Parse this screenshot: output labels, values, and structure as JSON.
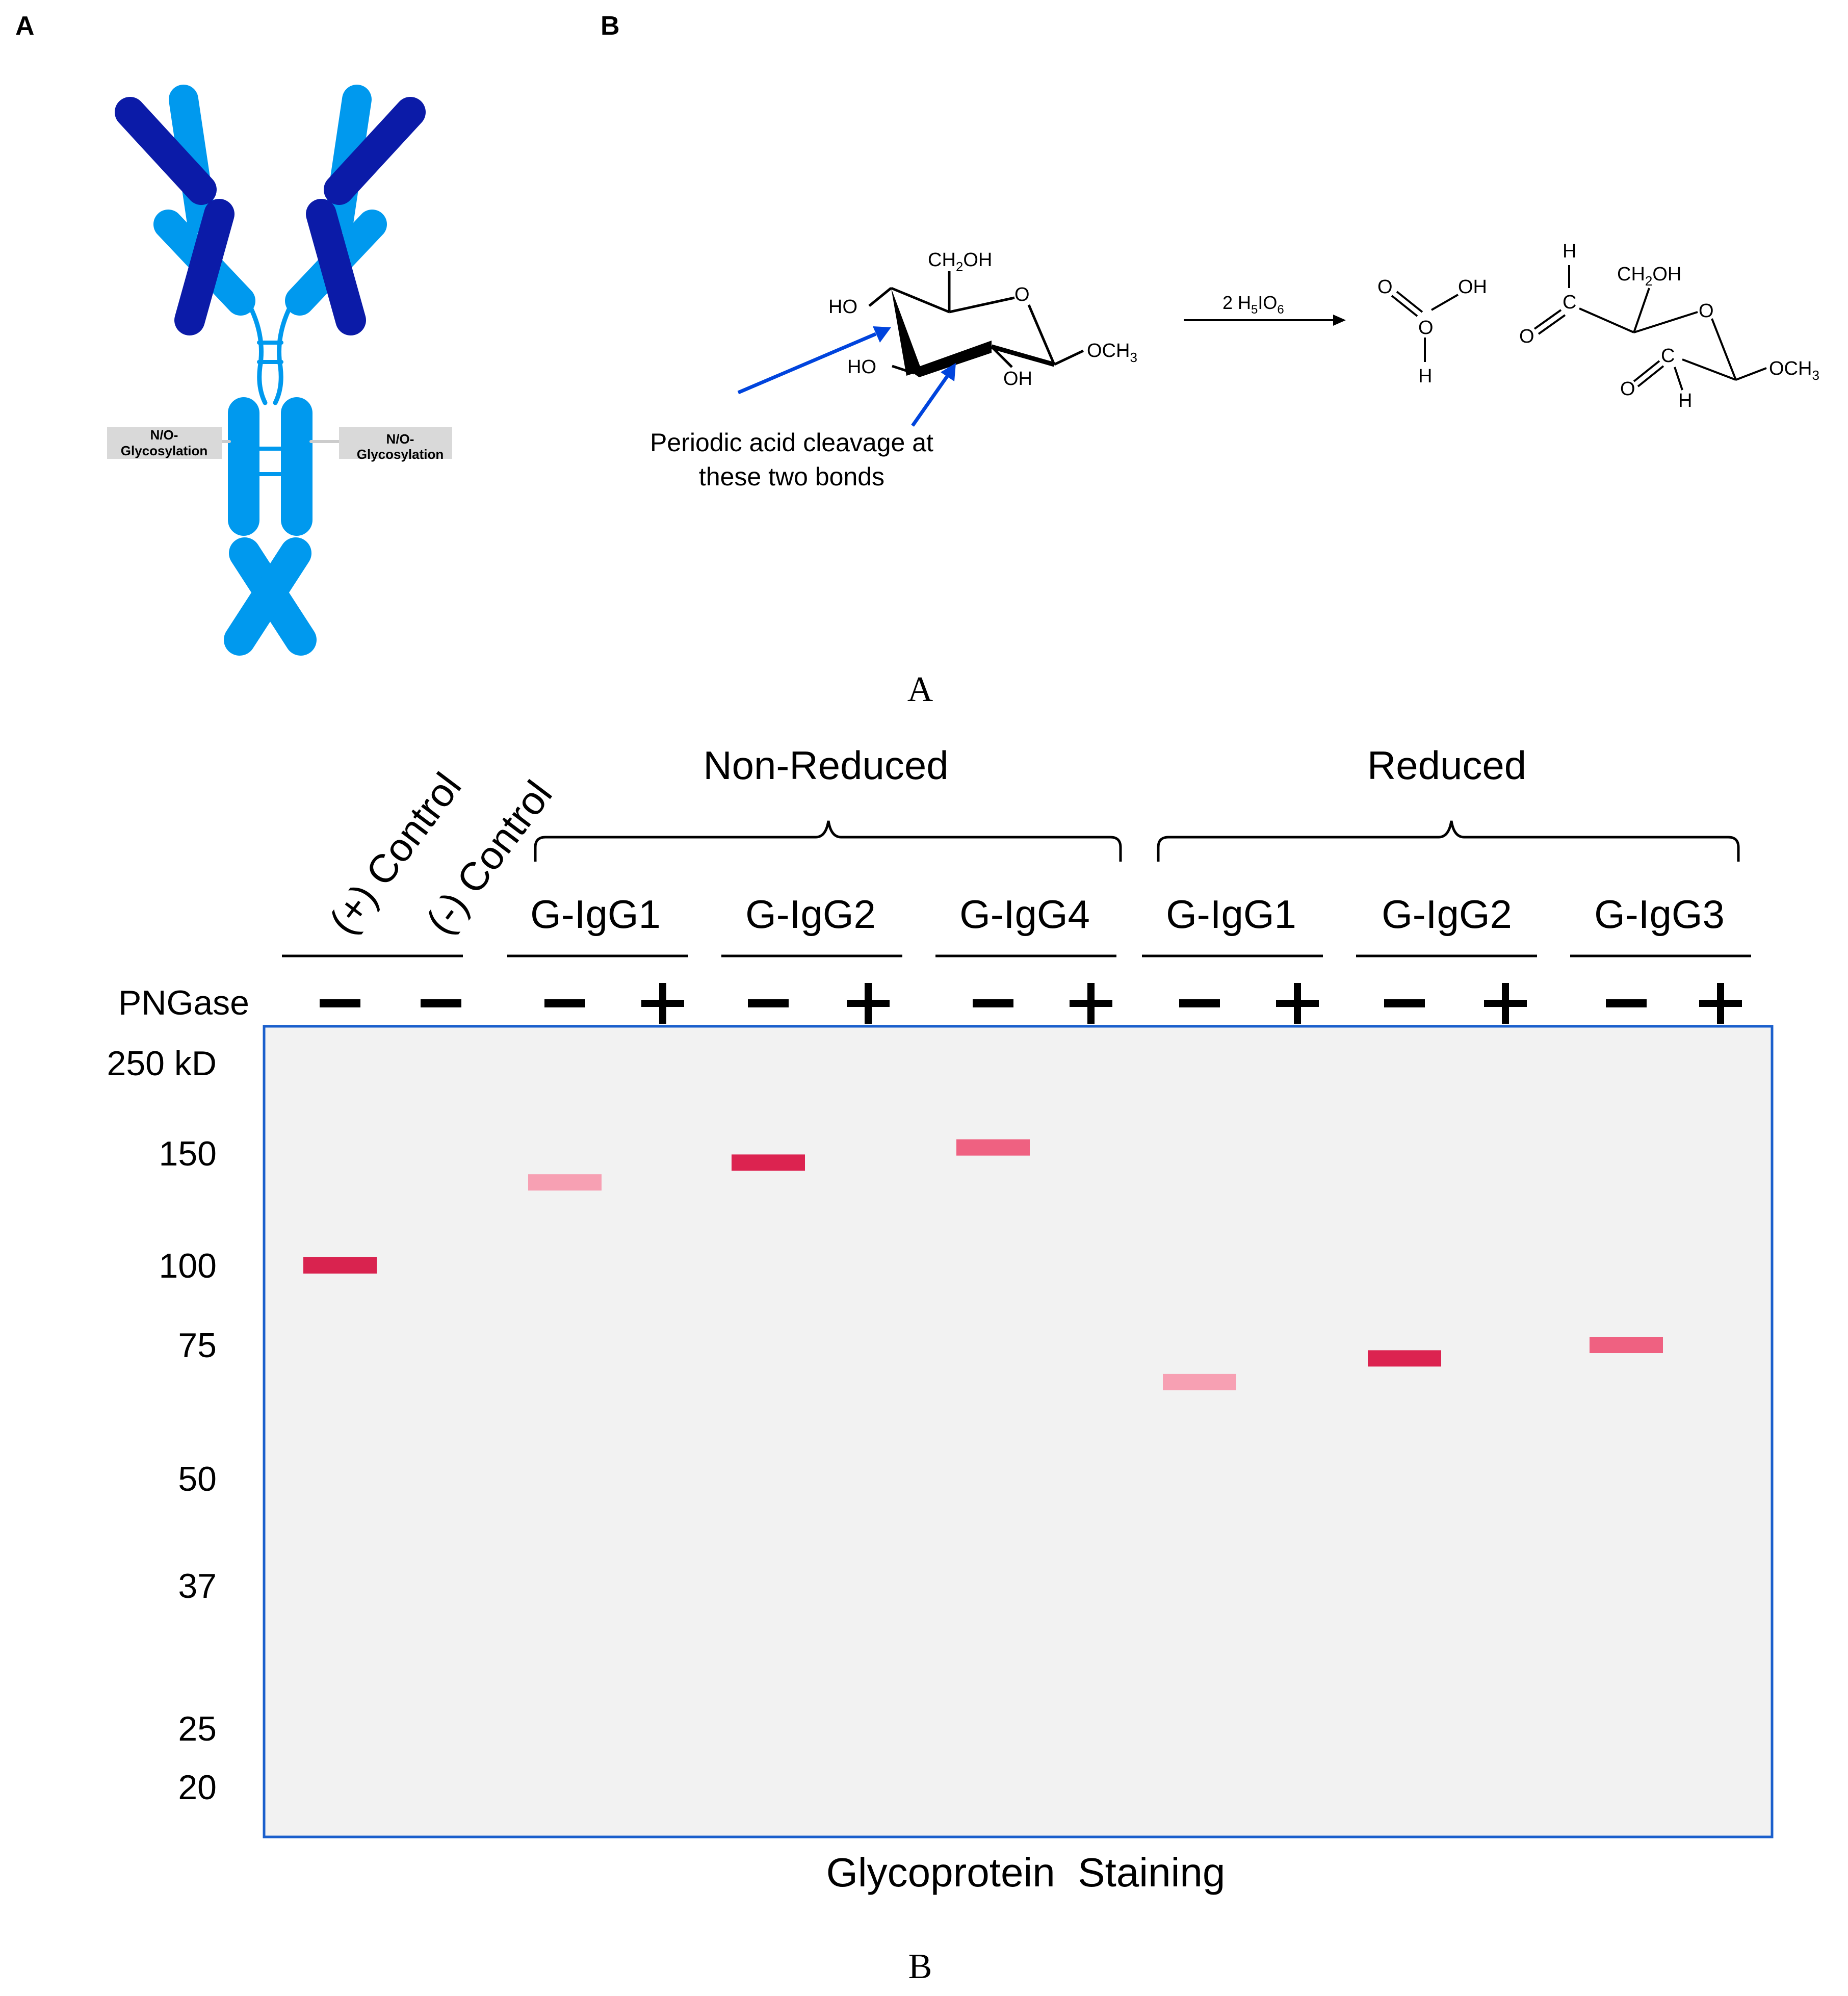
{
  "panel_labels": {
    "a": "A",
    "b": "B"
  },
  "captions": {
    "top": "A",
    "bottom": "B"
  },
  "antibody": {
    "left_glyco_label": [
      "N/O-",
      "Glycosylation"
    ],
    "right_glyco_label": [
      "N/O-",
      "Glycosylation"
    ],
    "colors": {
      "light_chain": "#0099ee",
      "heavy_chain": "#0b1ba8",
      "label_box": "#d9d9d9"
    }
  },
  "reaction": {
    "reactant": {
      "top_group": [
        "CH",
        "2",
        "OH"
      ],
      "ring_o": "O",
      "ho_upper": "HO",
      "ho_lower": "HO",
      "oh_lower": "OH",
      "och3": [
        "OCH",
        "3"
      ]
    },
    "reagent": [
      "2 H",
      "5",
      "IO",
      "6"
    ],
    "product1": {
      "o1": "O",
      "oh": "OH",
      "o2": "O",
      "h": "H"
    },
    "product2": {
      "h_top": "H",
      "c_top": "C",
      "o_left": "O",
      "ch2oh": [
        "CH",
        "2",
        "OH"
      ],
      "ring_o": "O",
      "c_bottom": "C",
      "o_bottom": "O",
      "h_bottom": "H",
      "och3": [
        "OCH",
        "3"
      ]
    },
    "annotation": [
      "Periodic acid cleavage at",
      "these two bonds"
    ],
    "arrow_color": "#0044dd"
  },
  "gel": {
    "title": "Glycoprotein  Staining",
    "group_headers": [
      "Non-Reduced",
      "Reduced"
    ],
    "control_labels": [
      "(+) Control",
      "(-) Control"
    ],
    "sample_labels": [
      "G-IgG1",
      "G-IgG2",
      "G-IgG4",
      "G-IgG1",
      "G-IgG2",
      "G-IgG3"
    ],
    "pngase_label": "PNGase",
    "lanes": [
      {
        "treatment": "−",
        "band_kd": 100,
        "band_color": "#d9234f"
      },
      {
        "treatment": "−",
        "band_kd": null,
        "band_color": null
      },
      {
        "treatment": "−",
        "band_kd": 135,
        "band_color": "#f7a0b3"
      },
      {
        "treatment": "+",
        "band_kd": null,
        "band_color": null
      },
      {
        "treatment": "−",
        "band_kd": 145,
        "band_color": "#dc2350"
      },
      {
        "treatment": "+",
        "band_kd": null,
        "band_color": null
      },
      {
        "treatment": "−",
        "band_kd": 155,
        "band_color": "#ef6181"
      },
      {
        "treatment": "+",
        "band_kd": null,
        "band_color": null
      },
      {
        "treatment": "−",
        "band_kd": 67,
        "band_color": "#f7a0b3"
      },
      {
        "treatment": "+",
        "band_kd": null,
        "band_color": null
      },
      {
        "treatment": "−",
        "band_kd": 72,
        "band_color": "#dc2350"
      },
      {
        "treatment": "+",
        "band_kd": null,
        "band_color": null
      },
      {
        "treatment": "−",
        "band_kd": 75,
        "band_color": "#ef6181"
      },
      {
        "treatment": "+",
        "band_kd": null,
        "band_color": null
      }
    ],
    "markers": [
      {
        "kd": 250,
        "label": "250 kD"
      },
      {
        "kd": 150,
        "label": "150"
      },
      {
        "kd": 100,
        "label": "100"
      },
      {
        "kd": 75,
        "label": "75"
      },
      {
        "kd": 50,
        "label": "50"
      },
      {
        "kd": 37,
        "label": "37"
      },
      {
        "kd": 25,
        "label": "25"
      },
      {
        "kd": 20,
        "label": "20"
      }
    ],
    "colors": {
      "frame": "#1a5fcc",
      "background": "#f2f2f2"
    }
  }
}
